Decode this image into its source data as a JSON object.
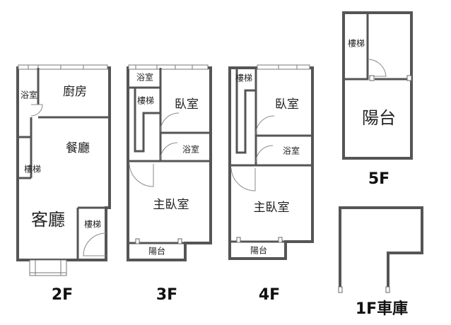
{
  "floors": {
    "f2": {
      "label": "2F",
      "rooms": {
        "bath": "浴室",
        "kitchen": "廚房",
        "dining": "餐廳",
        "stair_small": "樓梯",
        "living": "客廳",
        "stair": "樓梯"
      }
    },
    "f3": {
      "label": "3F",
      "rooms": {
        "bath_top": "浴室",
        "stair": "樓梯",
        "bedroom": "臥室",
        "bath": "浴室",
        "master": "主臥室",
        "balcony": "陽台"
      }
    },
    "f4": {
      "label": "4F",
      "rooms": {
        "stair": "樓梯",
        "bedroom": "臥室",
        "bath": "浴室",
        "master": "主臥室",
        "balcony": "陽台"
      }
    },
    "f5": {
      "label": "5F",
      "rooms": {
        "stair": "樓梯",
        "balcony": "陽台"
      }
    },
    "f1": {
      "label": "1F車庫"
    }
  }
}
